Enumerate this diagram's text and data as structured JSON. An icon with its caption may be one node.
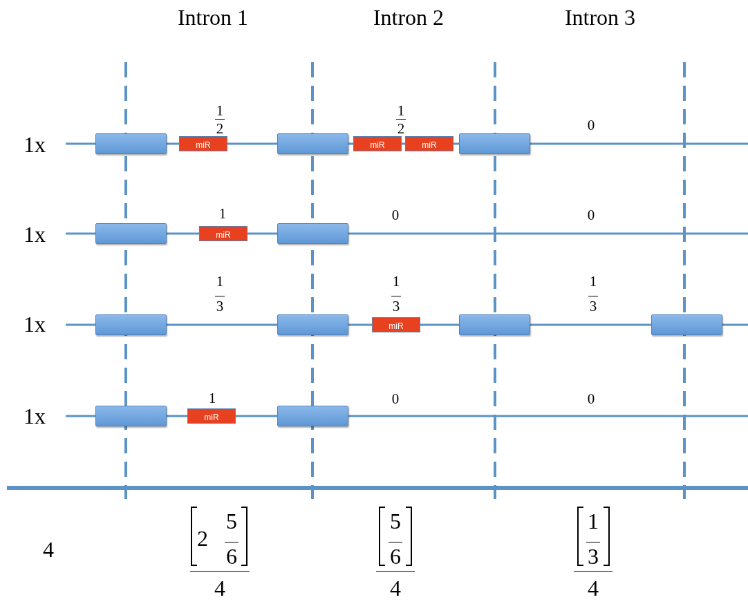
{
  "diagram": {
    "nodes": [
      {
        "text": [],
        "shape": "box"
      },
      {
        "text": [
          "miR"
        ]
      },
      {
        "text": [],
        "shape": "box"
      },
      {
        "text": [
          "miR"
        ]
      },
      {
        "text": [
          "miR"
        ]
      },
      {
        "text": [],
        "shape": "box"
      },
      {
        "text": [],
        "shape": "box"
      },
      {
        "text": [
          "miR"
        ]
      },
      {
        "text": [],
        "shape": "box"
      },
      {
        "text": [],
        "shape": "box"
      },
      {
        "text": [],
        "shape": "box"
      },
      {
        "text": [
          "miR"
        ]
      },
      {
        "text": [],
        "shape": "box"
      },
      {
        "text": [],
        "shape": "box"
      },
      {
        "text": [],
        "shape": "box"
      },
      {
        "text": [
          "miR"
        ]
      },
      {
        "text": [],
        "shape": "box"
      }
    ],
    "labels": [
      "Intron 1",
      "Intron 2",
      "Intron 3",
      "1",
      "2",
      "1",
      "2",
      "0",
      "1x",
      "1",
      "0",
      "0",
      "1x",
      "1",
      "3",
      "1",
      "3",
      "1",
      "3",
      "1x",
      "1",
      "0",
      "0",
      "1x",
      "4",
      "2",
      "5",
      "6",
      "4",
      "5",
      "6",
      "4",
      "1",
      "3",
      "4"
    ]
  }
}
